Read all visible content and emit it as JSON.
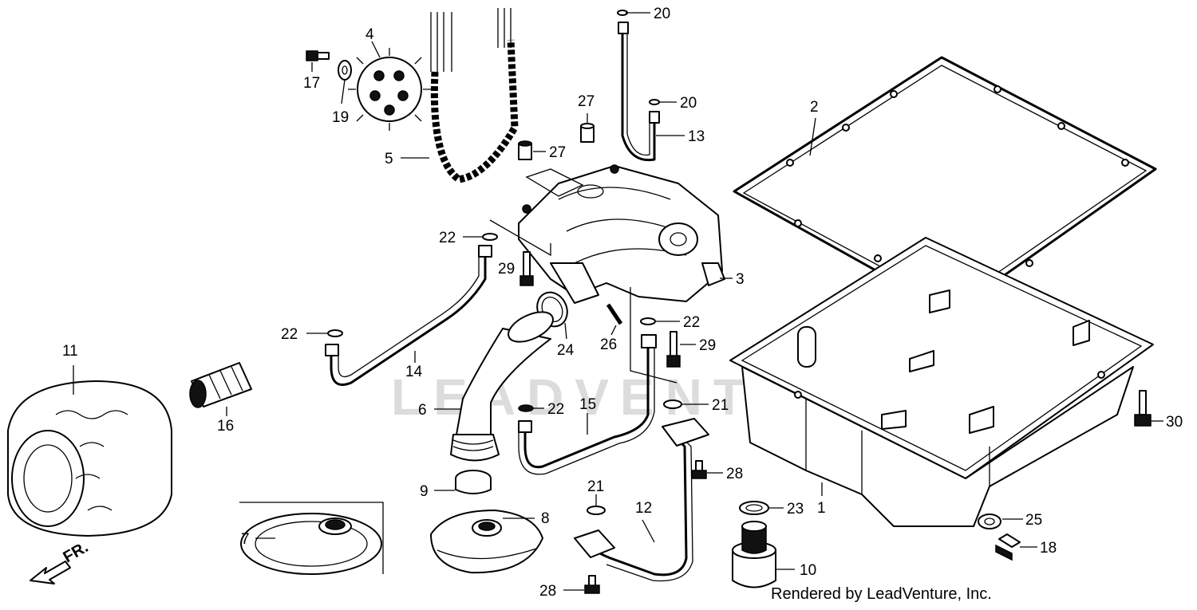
{
  "diagram": {
    "watermark": "LEADVENTURE",
    "credit": "Rendered by LeadVenture, Inc.",
    "front_marker": "FR.",
    "callouts": [
      {
        "id": "c20a",
        "label": "20"
      },
      {
        "id": "c4",
        "label": "4"
      },
      {
        "id": "c17",
        "label": "17"
      },
      {
        "id": "c19",
        "label": "19"
      },
      {
        "id": "c27a",
        "label": "27"
      },
      {
        "id": "c20b",
        "label": "20"
      },
      {
        "id": "c13",
        "label": "13"
      },
      {
        "id": "c2",
        "label": "2"
      },
      {
        "id": "c27b",
        "label": "27"
      },
      {
        "id": "c5",
        "label": "5"
      },
      {
        "id": "c22a",
        "label": "22"
      },
      {
        "id": "c29a",
        "label": "29"
      },
      {
        "id": "c3",
        "label": "3"
      },
      {
        "id": "c22b",
        "label": "22"
      },
      {
        "id": "c22c",
        "label": "22"
      },
      {
        "id": "c11",
        "label": "11"
      },
      {
        "id": "c24",
        "label": "24"
      },
      {
        "id": "c26",
        "label": "26"
      },
      {
        "id": "c29b",
        "label": "29"
      },
      {
        "id": "c14",
        "label": "14"
      },
      {
        "id": "c16",
        "label": "16"
      },
      {
        "id": "c21a",
        "label": "21"
      },
      {
        "id": "c6",
        "label": "6"
      },
      {
        "id": "c22d",
        "label": "22"
      },
      {
        "id": "c15",
        "label": "15"
      },
      {
        "id": "c30",
        "label": "30"
      },
      {
        "id": "c28a",
        "label": "28"
      },
      {
        "id": "c9",
        "label": "9"
      },
      {
        "id": "c21b",
        "label": "21"
      },
      {
        "id": "c8",
        "label": "8"
      },
      {
        "id": "c12",
        "label": "12"
      },
      {
        "id": "c23",
        "label": "23"
      },
      {
        "id": "c1",
        "label": "1"
      },
      {
        "id": "c25",
        "label": "25"
      },
      {
        "id": "c7",
        "label": "7"
      },
      {
        "id": "c18",
        "label": "18"
      },
      {
        "id": "c10",
        "label": "10"
      },
      {
        "id": "c28b",
        "label": "28"
      }
    ]
  }
}
